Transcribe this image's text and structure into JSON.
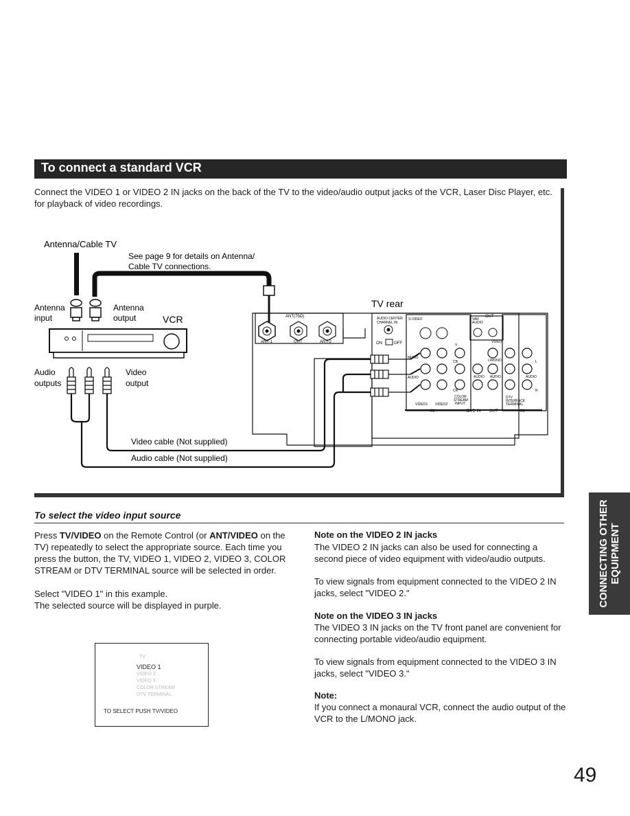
{
  "section": {
    "title": "To connect a standard VCR"
  },
  "intro": {
    "text": "Connect the VIDEO 1 or VIDEO 2 IN jacks on the back of the TV to the video/audio output jacks of the VCR, Laser Disc Player, etc. for playback of video recordings."
  },
  "diagram": {
    "antenna_cable_tv": "Antenna/Cable TV",
    "see_page_line1": "See page 9 for details on Antenna/",
    "see_page_line2": "Cable TV connections.",
    "antenna_input_1": "Antenna",
    "antenna_input_2": "input",
    "antenna_output_1": "Antenna",
    "antenna_output_2": "output",
    "vcr": "VCR",
    "audio_outputs_1": "Audio",
    "audio_outputs_2": "outputs",
    "video_output_1": "Video",
    "video_output_2": "output",
    "video_cable": "Video cable (Not supplied)",
    "audio_cable": "Audio cable (Not supplied)",
    "tv_rear": "TV rear",
    "panel": {
      "ant": "ANT(75Ω)",
      "ant1": "ANT-1",
      "out": "OUT",
      "ant2": "ANT-2",
      "audio_center_1": "AUDIO CENTER",
      "audio_center_2": "CHANNEL IN",
      "on": "ON",
      "off": "OFF",
      "s_video": "S-VIDEO",
      "var_audio_1": "VAR",
      "var_audio_2": "AUDIO",
      "out_label": "OUT",
      "video": "VIDEO",
      "mono": "MONO",
      "audio": "AUDIO",
      "l_mono": "L/MONO",
      "color_stream_1": "COLOR",
      "color_stream_2": "STREAM",
      "color_stream_3": "INPUT",
      "video1": "VIDEO1",
      "video2": "VIDEO2",
      "dvd_in": "DVD IN",
      "in_label": "IN",
      "dtv_1": "DTV",
      "dtv_2": "INTERFACE",
      "dtv_3": "TERMINAL",
      "y": "Y",
      "cb": "CB",
      "cr": "CR",
      "l": "L",
      "r": "R"
    }
  },
  "subsection": {
    "title": "To select the video input source"
  },
  "left_col": {
    "p1_a": "Press ",
    "p1_b": "TV/VIDEO",
    "p1_c": " on the Remote Control (or ",
    "p1_d": "ANT/VIDEO",
    "p1_e": " on the TV) repeatedly to select the appropriate source. Each time you press the button, the TV, VIDEO 1, VIDEO 2, VIDEO 3, COLOR STREAM or DTV TERMINAL source will be selected in order.",
    "p2": "Select \"VIDEO 1\" in this example.",
    "p3": "The selected source will be displayed in purple."
  },
  "osd": {
    "items": [
      "TV",
      "VIDEO 1",
      "VIDEO 2",
      "VIDEO 3",
      "COLOR STREAM",
      "DTV TERMINAL"
    ],
    "selected": "VIDEO 1",
    "footer": "TO SELECT PUSH TV/VIDEO"
  },
  "right_col": {
    "note1_head": "Note on the VIDEO 2 IN jacks",
    "note1_p1": "The VIDEO 2 IN jacks can also be used for connecting a second piece of video equipment with video/audio outputs.",
    "note1_p2": "To view signals from equipment connected to the VIDEO 2 IN jacks, select \"VIDEO 2.\"",
    "note2_head": "Note on the VIDEO 3 IN jacks",
    "note2_p1": "The VIDEO 3 IN jacks on the TV front panel are convenient for connecting portable video/audio equipment.",
    "note2_p2": "To view signals from equipment connected to the VIDEO 3 IN jacks, select \"VIDEO 3.\"",
    "note3_head": "Note:",
    "note3_p1": "If you connect a monaural VCR, connect the audio output of the VCR to the L/MONO jack."
  },
  "side_tab": {
    "line1": "CONNECTING OTHER",
    "line2": "EQUIPMENT"
  },
  "page_number": "49"
}
